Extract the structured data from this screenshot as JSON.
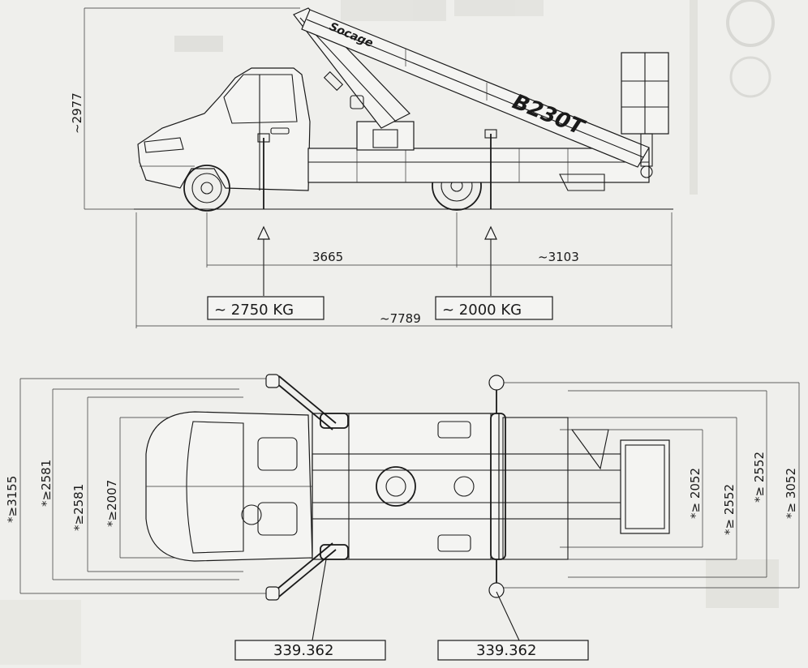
{
  "side_view": {
    "model_label": "B230T",
    "brand_label": "Socage",
    "height": "~2977",
    "wheelbase": "3665",
    "rear_overhang": "~3103",
    "total_length": "~7789",
    "front_axle_load": "~ 2750 KG",
    "rear_axle_load": "~ 2000 KG"
  },
  "top_view": {
    "outrigger_span_front": "*≥3155",
    "chassis_width_outer_front": "*≥2581",
    "chassis_width_inner_front": "*≥2581",
    "track_front": "*≥2007",
    "track_rear": "*≥ 2052",
    "width_rear_inner": "*≥ 2552",
    "width_rear_outer": "*≥ 2552",
    "outrigger_span_rear": "*≥ 3052",
    "front_outrigger_code": "339.362",
    "rear_outrigger_code": "339.362"
  }
}
